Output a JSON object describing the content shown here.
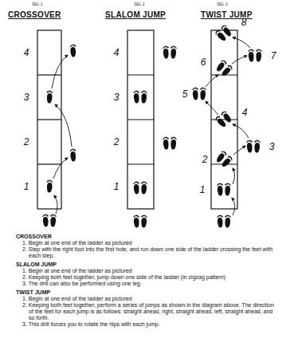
{
  "diagram": {
    "labels": [
      "SEL 1",
      "CROSSOVER",
      "4",
      "3",
      "2",
      "1",
      "SEL 2",
      "SLALOM JUMP",
      "4",
      "3",
      "2",
      "1",
      "SEL 3",
      "TWIST JUMP",
      "8",
      "7",
      "6",
      "5",
      "4",
      "3",
      "2",
      "1",
      "CROSSOVER",
      "1. Begin at one end of the ladder as pictured",
      "2. Step with the right foot into the first hole, and run down one side of the ladder crossing the feet with each step.",
      "SLALOM JUMP",
      "1. Begin at one end of the ladder as pictured",
      "2. Keeping both feet together, jump down one side of the ladder (in zigzag pattern)",
      "3. The drill can also be performed using one leg.",
      "TWIST JUMP",
      "1. Begin at one end of the ladder as pictured",
      "2. Keeping both feet together, perform a series of jumps as shown in the diagram above. The direction of the feet for each jump is as follows: straight ahead, right, straight ahead, left, straight ahead, and so forth.",
      "3. This drill forces you to rotate the hips with each jump."
    ]
  }
}
